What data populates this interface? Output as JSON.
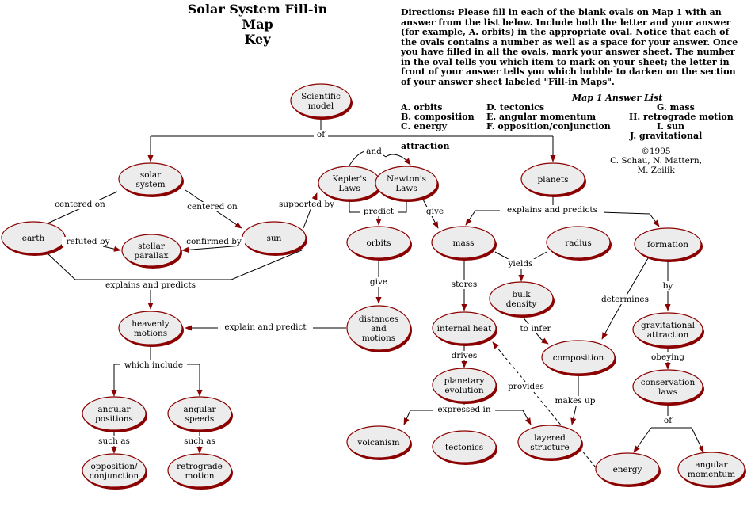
{
  "title": {
    "line1": "Solar System Fill-in",
    "line2": "Map",
    "line3": "Key"
  },
  "directions": "Directions:  Please fill in each of the blank ovals on Map 1 with an answer from the list below. Include both the letter and your answer (for example, A. orbits) in the appropriate oval.  Notice that each of the ovals contains  a number as well as a space for your answer.  Once you have filled in all the ovals, mark your answer sheet.  The number in the oval tells you which item to mark on your sheet; the letter in front of your answer tells you which bubble to darken on the section of your answer sheet labeled \"Fill-in Maps\".",
  "answer_list": {
    "title": "Map 1 Answer List",
    "items": [
      "A. orbits",
      "B. composition",
      "C. energy",
      "D. tectonics",
      "E. angular momentum",
      "F. opposition/conjunction",
      "G. mass",
      "H. retrograde motion",
      "I.  sun",
      "J.  gravitational",
      "attraction"
    ]
  },
  "credit": {
    "line1": "©1995",
    "line2": "C. Schau, N. Mattern,",
    "line3": "M. Zeilik"
  },
  "nodes": [
    {
      "id": "scientific-model",
      "lines": [
        "Scientific",
        "model"
      ]
    },
    {
      "id": "solar-system",
      "lines": [
        "solar",
        "system"
      ]
    },
    {
      "id": "planets",
      "lines": [
        "planets"
      ]
    },
    {
      "id": "keplers-laws",
      "lines": [
        "Kepler's",
        "Laws"
      ]
    },
    {
      "id": "newtons-laws",
      "lines": [
        "Newton's",
        "Laws"
      ]
    },
    {
      "id": "earth",
      "lines": [
        "earth"
      ]
    },
    {
      "id": "stellar-parallax",
      "lines": [
        "stellar",
        "parallax"
      ]
    },
    {
      "id": "sun",
      "lines": [
        "sun"
      ]
    },
    {
      "id": "orbits",
      "lines": [
        "orbits"
      ]
    },
    {
      "id": "mass",
      "lines": [
        "mass"
      ]
    },
    {
      "id": "radius",
      "lines": [
        "radius"
      ]
    },
    {
      "id": "formation",
      "lines": [
        "formation"
      ]
    },
    {
      "id": "bulk-density",
      "lines": [
        "bulk",
        "density"
      ]
    },
    {
      "id": "heavenly-motions",
      "lines": [
        "heavenly",
        "motions"
      ]
    },
    {
      "id": "distances-motions",
      "lines": [
        "distances",
        "and",
        "motions"
      ]
    },
    {
      "id": "internal-heat",
      "lines": [
        "internal heat"
      ]
    },
    {
      "id": "composition",
      "lines": [
        "composition"
      ]
    },
    {
      "id": "gravitational-attraction",
      "lines": [
        "gravitational",
        "attraction"
      ]
    },
    {
      "id": "planetary-evolution",
      "lines": [
        "planetary",
        "evolution"
      ]
    },
    {
      "id": "conservation-laws",
      "lines": [
        "conservation",
        "laws"
      ]
    },
    {
      "id": "angular-positions",
      "lines": [
        "angular",
        "positions"
      ]
    },
    {
      "id": "angular-speeds",
      "lines": [
        "angular",
        "speeds"
      ]
    },
    {
      "id": "volcanism",
      "lines": [
        "volcanism"
      ]
    },
    {
      "id": "tectonics",
      "lines": [
        "tectonics"
      ]
    },
    {
      "id": "layered-structure",
      "lines": [
        "layered",
        "structure"
      ]
    },
    {
      "id": "opposition-conjunction",
      "lines": [
        "opposition/",
        "conjunction"
      ]
    },
    {
      "id": "retrograde-motion",
      "lines": [
        "retrograde",
        "motion"
      ]
    },
    {
      "id": "energy",
      "lines": [
        "energy"
      ]
    },
    {
      "id": "angular-momentum",
      "lines": [
        "angular",
        "momentum"
      ]
    }
  ],
  "link_labels": [
    "of",
    "and",
    "centered on",
    "centered on",
    "supported by",
    "predict",
    "give",
    "explains and predicts",
    "refuted by",
    "confirmed by",
    "explains and predicts",
    "give",
    "stores",
    "yields",
    "determines",
    "by",
    "explain and predict",
    "to infer",
    "drives",
    "obeying",
    "provides",
    "which include",
    "makes up",
    "expressed in",
    "such as",
    "such as",
    "of"
  ],
  "colors": {
    "oval_border": "#8b0000",
    "oval_fill": "#ececec",
    "arrow": "#8b0000"
  }
}
